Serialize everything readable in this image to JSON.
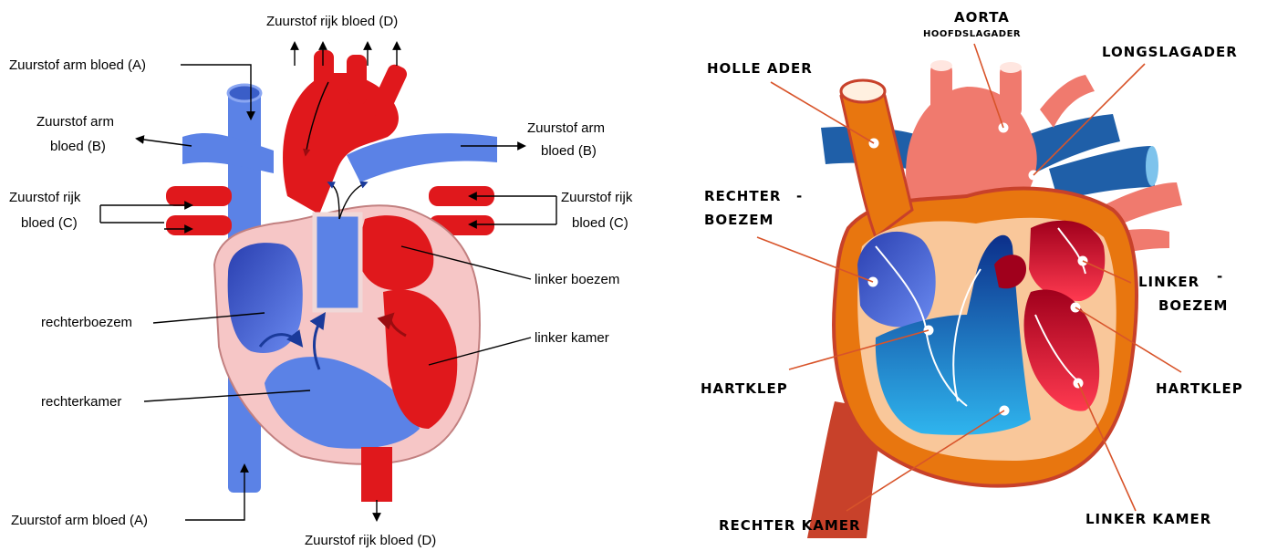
{
  "left_diagram": {
    "labels": {
      "deoxy_a_top": "Zuurstof arm bloed (A)",
      "deoxy_a_bottom": "Zuurstof arm bloed (A)",
      "oxy_d_top": "Zuurstof rijk bloed (D)",
      "oxy_d_bottom": "Zuurstof rijk bloed (D)",
      "deoxy_b_left_1": "Zuurstof arm",
      "deoxy_b_left_2": "bloed (B)",
      "deoxy_b_right_1": "Zuurstof arm",
      "deoxy_b_right_2": "bloed (B)",
      "oxy_c_left_1": "Zuurstof rijk",
      "oxy_c_left_2": "bloed (C)",
      "oxy_c_right_1": "Zuurstof rijk",
      "oxy_c_right_2": "bloed (C)",
      "linker_boezem": "linker boezem",
      "rechterboezem": "rechterboezem",
      "linker_kamer": "linker kamer",
      "rechterkamer": "rechterkamer"
    }
  },
  "right_diagram": {
    "labels": {
      "aorta": "AORTA",
      "hoofdslagader": "HOOFDSLAGADER",
      "longslagader": "LONGSLAGADER",
      "holle_ader": "HOLLE ADER",
      "rechter_boezem_1": "RECHTER",
      "rechter_boezem_2": "BOEZEM",
      "linker_boezem_1": "LINKER",
      "linker_boezem_2": "BOEZEM",
      "hartklep_left": "HARTKLEP",
      "hartklep_right": "HARTKLEP",
      "rechter_kamer": "RECHTER KAMER",
      "linker_kamer": "LINKER KAMER"
    }
  },
  "colors": {
    "oxygen_rich": "#e0181c",
    "oxygen_poor": "#5b82e6",
    "heart_orange": "#e8760f",
    "heart_blue": "#1f9ad8",
    "heart_red": "#e0183a",
    "pointer_line": "#d8542a"
  }
}
